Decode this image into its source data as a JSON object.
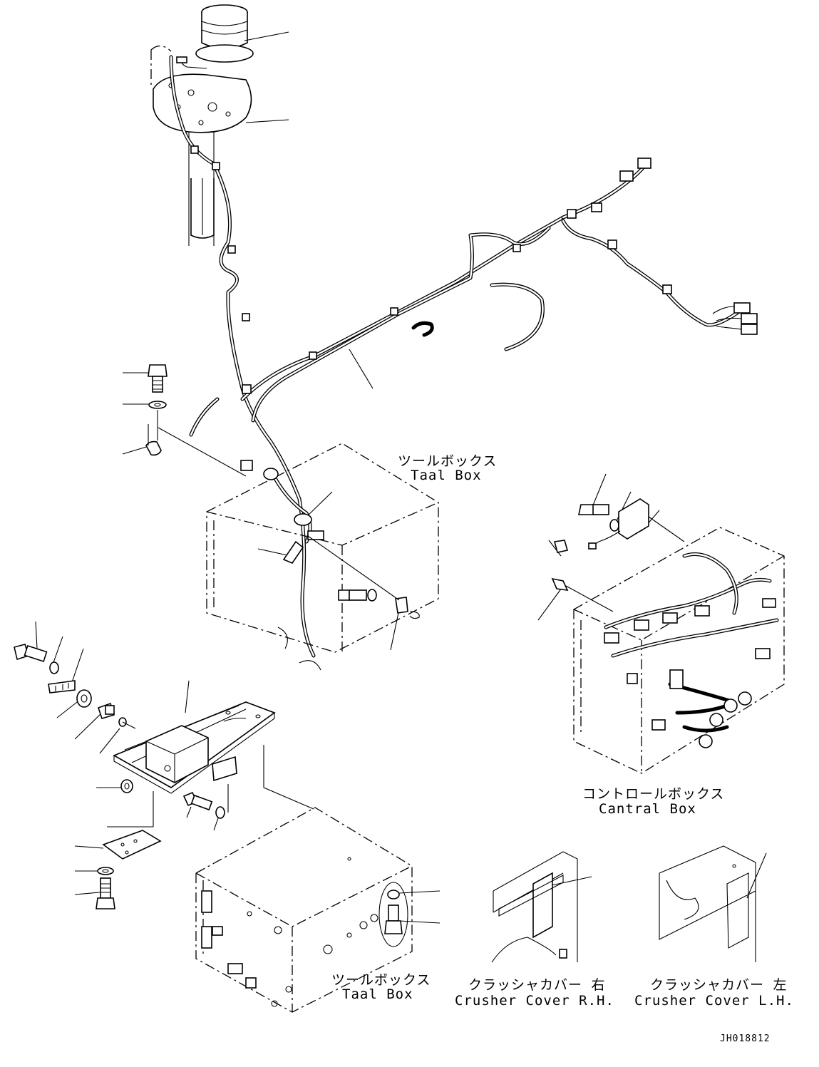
{
  "labels": {
    "tool_box_upper_jp": "ツールボックス",
    "tool_box_upper_en": "Taal Box",
    "control_box_jp": "コントロールボックス",
    "control_box_en": "Cantral Box",
    "tool_box_lower_jp": "ツールボックス",
    "tool_box_lower_en": "Taal Box",
    "crusher_rh_jp": "クラッシャカバー 右",
    "crusher_rh_en": "Crusher Cover R.H.",
    "crusher_lh_jp": "クラッシャカバー 左",
    "crusher_lh_en": "Crusher Cover L.H."
  },
  "drawing_code": "JH018812"
}
